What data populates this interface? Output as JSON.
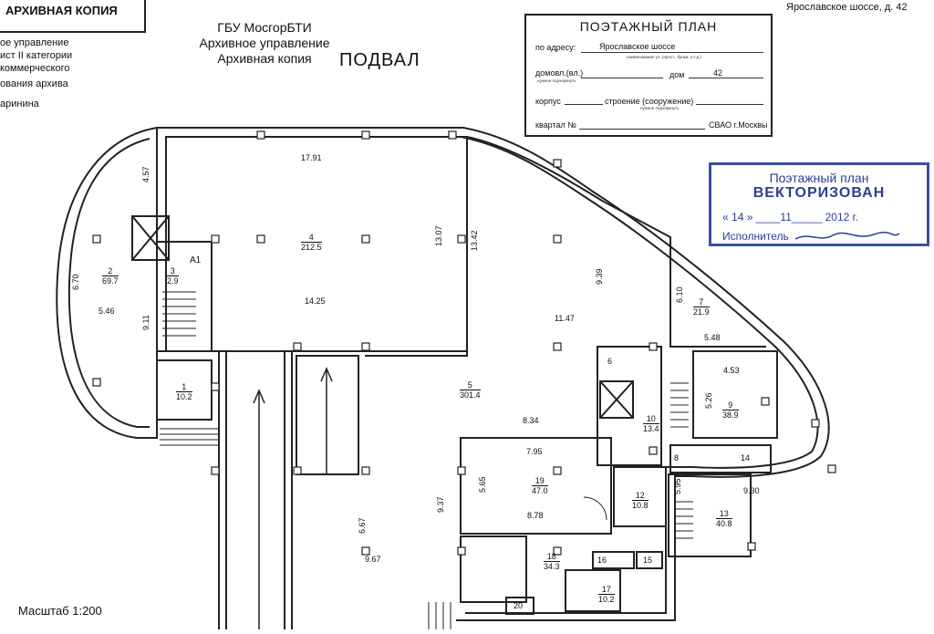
{
  "header": {
    "archive_copy_stamp": "АРХИВНАЯ КОПИЯ",
    "org_line1": "ГБУ МосгорБТИ",
    "org_line2": "Архивное управление",
    "org_line3": "Архивная копия",
    "side_lines": [
      "ое управление",
      "ист II категории",
      "коммерческого",
      "ования архива",
      "аринина"
    ],
    "floor_title": "ПОДВАЛ",
    "address_top_right": "Ярославское шоссе, д. 42"
  },
  "info_box": {
    "title": "ПОЭТАЖНЫЙ ПЛАН",
    "address_label": "по адресу:",
    "address_value": "Ярославское шоссе",
    "address_hint": "наименование ул. (прост., бульв. и т.д.)",
    "house_label": "домовл.(вл.)",
    "house_hint": "нужное подчеркнуть",
    "dom_label": "дом",
    "dom_value": "42",
    "korpus_label": "корпус",
    "building_label": "строение (сооружение)",
    "building_hint": "нужное подчеркнуть",
    "quarter_label": "квартал №",
    "district": "СВАО г.Москвы"
  },
  "vector_stamp": {
    "line1": "Поэтажный план",
    "line2": "ВЕКТОРИЗОВАН",
    "date_day": "14",
    "date_month": "11",
    "date_year_prefix": "20",
    "date_year_suffix": "12",
    "date_suffix": "г.",
    "executor_label": "Исполнитель"
  },
  "rooms": [
    {
      "num": "2",
      "area": "69.7"
    },
    {
      "num": "3",
      "area": "2.9"
    },
    {
      "num": "4",
      "area": "212.5"
    },
    {
      "num": "1",
      "area": "10.2"
    },
    {
      "num": "5",
      "area": "301.4"
    },
    {
      "num": "7",
      "area": "21.9"
    },
    {
      "num": "6",
      "area": ""
    },
    {
      "num": "9",
      "area": "38.9"
    },
    {
      "num": "10",
      "area": "13.4"
    },
    {
      "num": "8",
      "area": ""
    },
    {
      "num": "14",
      "area": ""
    },
    {
      "num": "19",
      "area": "47.0"
    },
    {
      "num": "12",
      "area": "10.8"
    },
    {
      "num": "13",
      "area": "40.8"
    },
    {
      "num": "18",
      "area": "34.3"
    },
    {
      "num": "16",
      "area": ""
    },
    {
      "num": "15",
      "area": ""
    },
    {
      "num": "17",
      "area": "10.2"
    },
    {
      "num": "20",
      "area": ""
    }
  ],
  "dimensions": {
    "d1791": "17.91",
    "d457": "4.57",
    "d670": "6.70",
    "d546": "5.46",
    "d911": "9.11",
    "d1425": "14.25",
    "d1307": "13.07",
    "d1342": "13.42",
    "d939": "9.39",
    "d1147": "11.47",
    "d610": "6.10",
    "d548": "5.48",
    "d453": "4.53",
    "d526": "5.26",
    "d834": "8.34",
    "d795": "7.95",
    "d565": "5.65",
    "d878": "8.78",
    "d937": "9.37",
    "d667": "6.67",
    "d967": "9.67",
    "d595": "5.95",
    "d930": "9.30",
    "a1": "А1"
  },
  "scale_label": "Масштаб 1:200"
}
